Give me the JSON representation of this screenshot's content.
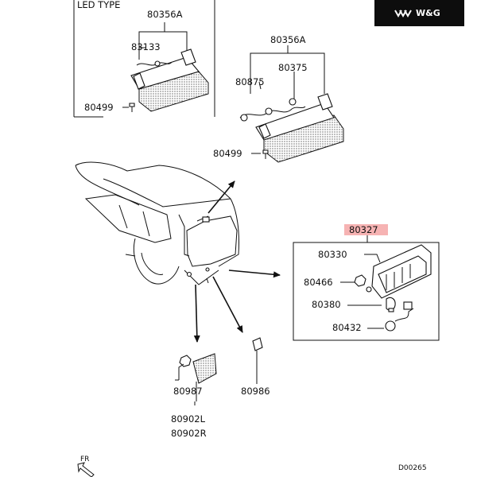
{
  "brand": {
    "logo_text": "W&G",
    "logo_bg": "#0d0d0d",
    "logo_fg": "#ffffff"
  },
  "sections": {
    "led_type_title": "LED TYPE"
  },
  "part_labels": {
    "p80356a_top": "80356A",
    "p83133": "83133",
    "p80499_top": "80499",
    "p80356a_mid": "80356A",
    "p80375": "80375",
    "p80875": "80875",
    "p80499_mid": "80499",
    "p80327": "80327",
    "p80330": "80330",
    "p80466": "80466",
    "p80380": "80380",
    "p80432": "80432",
    "p80987": "80987",
    "p80986": "80986",
    "p80902l": "80902L",
    "p80902r": "80902R"
  },
  "highlight_color": "#f6b3b3",
  "direction_label": "FR",
  "diagram_code": "D00265",
  "icons": [
    "logo-chevrons-icon",
    "screw-icon",
    "nut-icon",
    "bulb-icon",
    "socket-icon",
    "front-direction-arrow-icon"
  ]
}
